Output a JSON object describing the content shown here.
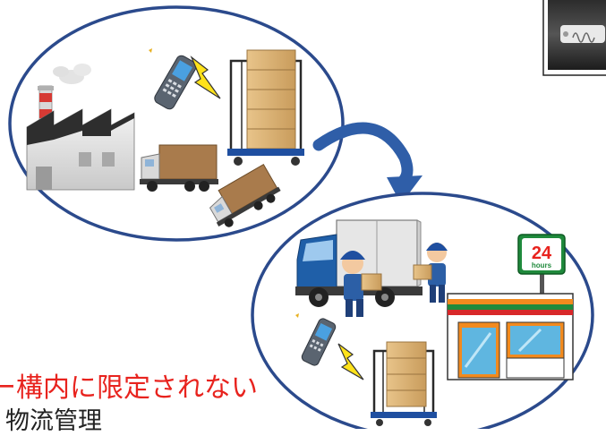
{
  "captions": {
    "red_text": "ー構内に限定されない",
    "black_text": "物流管理"
  },
  "store_sign": {
    "number": "24",
    "unit": "hours"
  },
  "colors": {
    "ellipse_stroke": "#2b4a8c",
    "arrow": "#2f5ea8",
    "caption_red": "#e8231e",
    "truck_cab_blue": "#1f5fa8",
    "box_brown": "#d9b071",
    "store_orange": "#f28a1e",
    "store_green": "#1f8a3c",
    "store_red": "#d8282a"
  },
  "icons": [
    "factory-icon",
    "handheld-scanner-icon",
    "lightning-icon",
    "roll-cage-cart-icon",
    "truck-icon",
    "delivery-truck-icon",
    "worker-icon",
    "convenience-store-icon",
    "wrist-tag-photo"
  ]
}
